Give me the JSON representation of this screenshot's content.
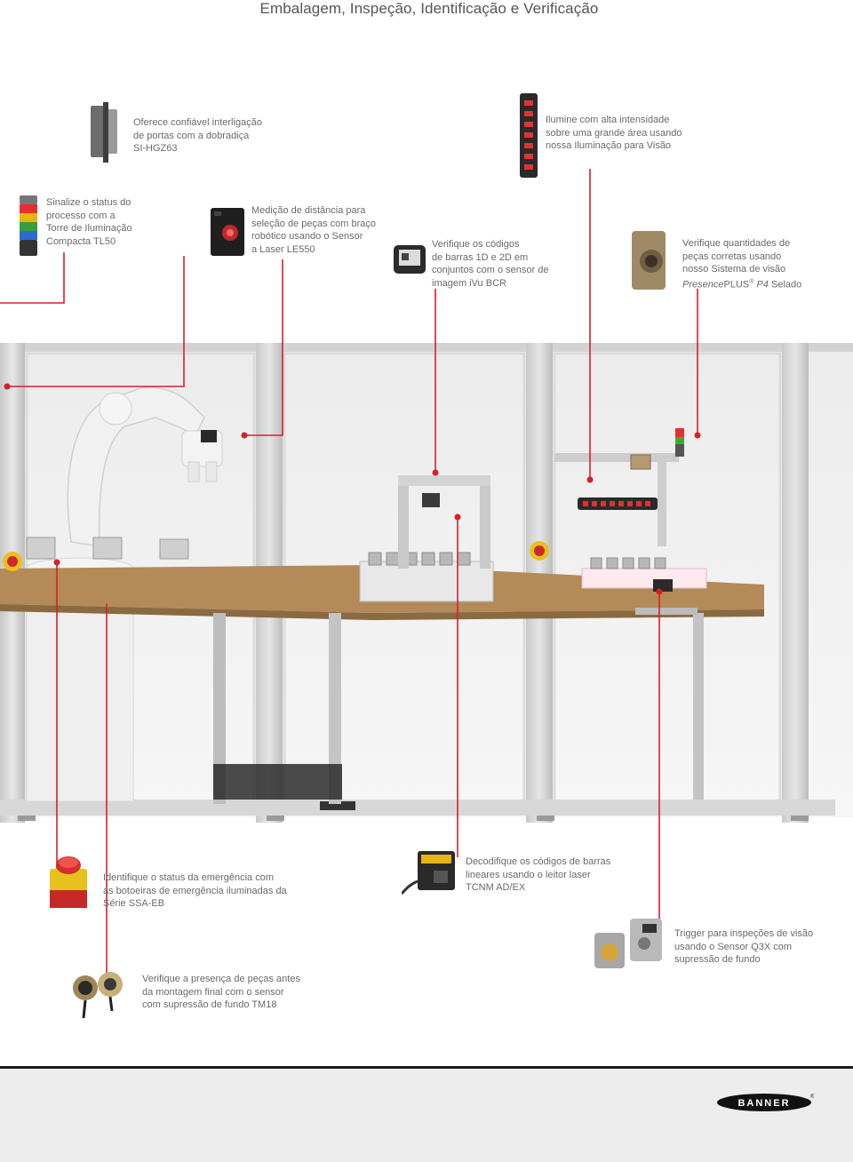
{
  "title": "Embalagem, Inspeção, Identificação e Verificação",
  "captions": {
    "door_hinge": [
      "Oferece confiável interligação",
      "de portas com a dobradiça",
      "SI-HGZ63"
    ],
    "illumination": [
      "Ilumine com alta intensidade",
      "sobre uma grande área usando",
      "nossa Iluminação para Visão"
    ],
    "tower_light": [
      "Sinalize o status do",
      "processo com a",
      "Torre de Iluminação",
      "Compacta TL50"
    ],
    "laser_sensor": [
      "Medição de distância para",
      "seleção de peças com braço",
      "robótico usando o Sensor",
      "a Laser LE550"
    ],
    "barcode_reader": [
      "Verifique os códigos",
      "de barras 1D e 2D em",
      "conjuntos com o sensor de",
      "imagem iVu BCR"
    ],
    "vision_system": {
      "lines": [
        "Verifique quantidades de",
        "peças corretas usando",
        "nosso Sistema de visão"
      ],
      "brand_italic": "Presence",
      "brand_plus": "PLUS",
      "reg": "®",
      "model": "P4",
      "suffix": " Selado"
    },
    "emergency": [
      "Identifique o status da emergência com",
      "as botoeiras de emergência iluminadas da",
      "Série SSA-EB"
    ],
    "laser_scanner": [
      "Decodifique os códigos de barras",
      "lineares usando o leitor laser",
      "TCNM AD/EX"
    ],
    "q3x_sensor": [
      "Trigger para inspeções de visão",
      "usando o Sensor Q3X com",
      "supressão de fundo"
    ],
    "tm18_sensor": [
      "Verifique a presença de peças antes",
      "da montagem final com o sensor",
      "com supressão de fundo TM18"
    ]
  },
  "brand": {
    "logo_text": "BANNER",
    "reg": "®"
  },
  "colors": {
    "accent": "#d6202a",
    "text": "#6a6a6a",
    "frame": "#d0d0d0",
    "conveyor": "#b08a5a"
  }
}
